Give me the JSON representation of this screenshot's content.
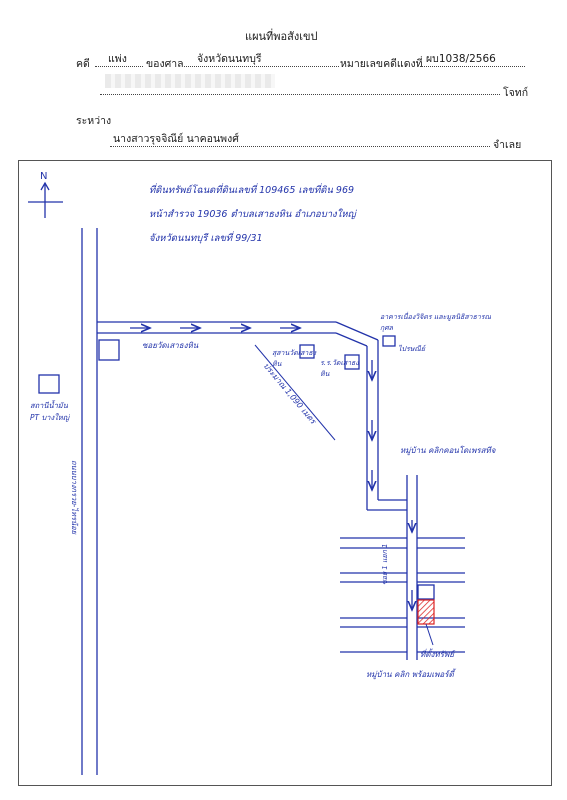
{
  "header": {
    "title": "แผนที่พอสังเขป",
    "case_label": "คดี",
    "case_type": "แพ่ง",
    "court_label": "ของศาล",
    "court_name": "จังหวัดนนทบุรี",
    "black_number_label": "หมายเลขคดีแดงที่",
    "case_number": "ผบ1038/2566",
    "plaintiff_label": "โจทก์",
    "between_label": "ระหว่าง",
    "defendant_name": "นางสาวรุจจิณีย์ นาคอนพงศ์",
    "defendant_label": "จำเลย"
  },
  "map": {
    "north_label": "N",
    "description_lines": [
      "ที่ดินทรัพย์โฉนดที่ดินเลขที่ 109465 เลขที่ดิน 969",
      "หน้าสำรวจ 19036 ตำบลเสาธงหิน อำเภอบางใหญ่",
      "จังหวัดนนทบุรี  เลขที่ 99/31"
    ],
    "labels": {
      "main_road": "ถนนบางกรวย-ไทรน้อย",
      "gas_station": "สถานีน้ำมัน PT บางใหญ่",
      "soi": "ซอยวัดเสาธงหิน",
      "distance": "ประมาณ 1,090 เมตร",
      "temple": "สุสานวัดเสาธงหิน",
      "school": "ร.ร.วัดเสาธงหิน",
      "building": "อาคารเนื่องวิจิตร และมูลนิธิสาธารณกุศล",
      "kiosk": "ไปรษณีย์",
      "village_1": "หมู่บ้าน คลิกคอนโดเพรสทีจ",
      "village_2": "หมู่บ้าน คลิก พร้อมเพอร์ตี้",
      "soi_small": "ซอย 1 แยก 1",
      "property": "ที่ตั้งทรัพย์"
    }
  }
}
